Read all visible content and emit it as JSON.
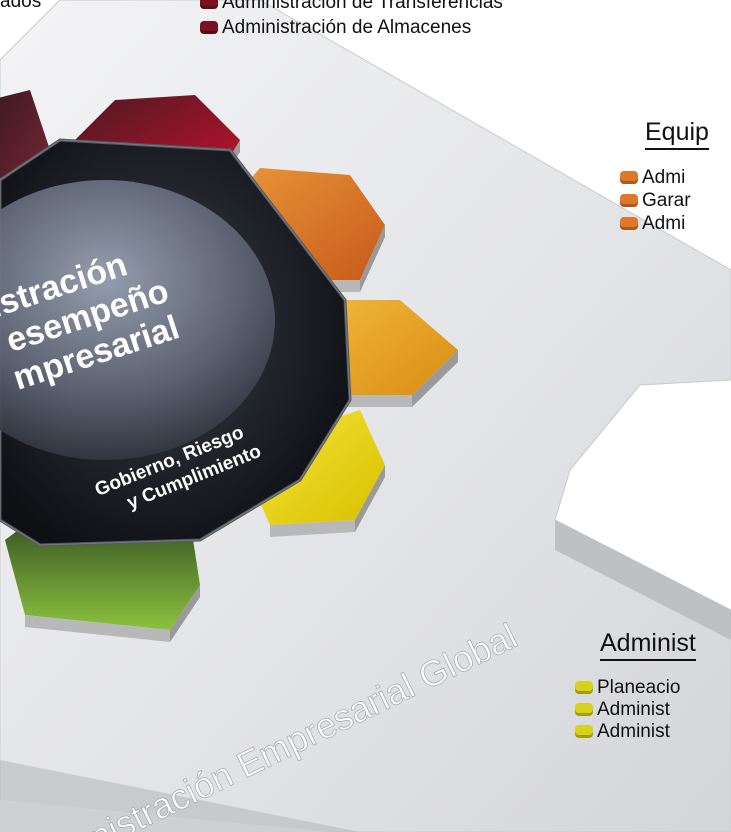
{
  "top_fragments": {
    "left": "ados",
    "items": [
      {
        "label": "Administración de Transferencias",
        "color": "#7a1020"
      },
      {
        "label": "Administración de Almacenes",
        "color": "#7a1020"
      }
    ]
  },
  "groups": [
    {
      "heading": "Equip",
      "color": "#e0782a",
      "items": [
        "Admi",
        "Garar",
        "Admi"
      ]
    },
    {
      "heading": "Administ",
      "color": "#d8d21a",
      "items": [
        "Planeacio",
        "Administ",
        "Administ"
      ]
    }
  ],
  "hub": {
    "title_lines": [
      "istración",
      "esempeño",
      "mpresarial"
    ],
    "subtitle_lines": [
      "Gobierno, Riesgo",
      "y Cumplimiento"
    ]
  },
  "platform_label": "nistración Empresarial Global",
  "colors": {
    "platform": "#e9e9eb",
    "hub_dark": "#15171c",
    "hex_red": "#b3162f",
    "hex_orange": "#e0782a",
    "hex_amber": "#e8a51c",
    "hex_yellow": "#e9d81a",
    "hex_green": "#7aa33a",
    "hex_maroon": "#6b1a2a"
  }
}
